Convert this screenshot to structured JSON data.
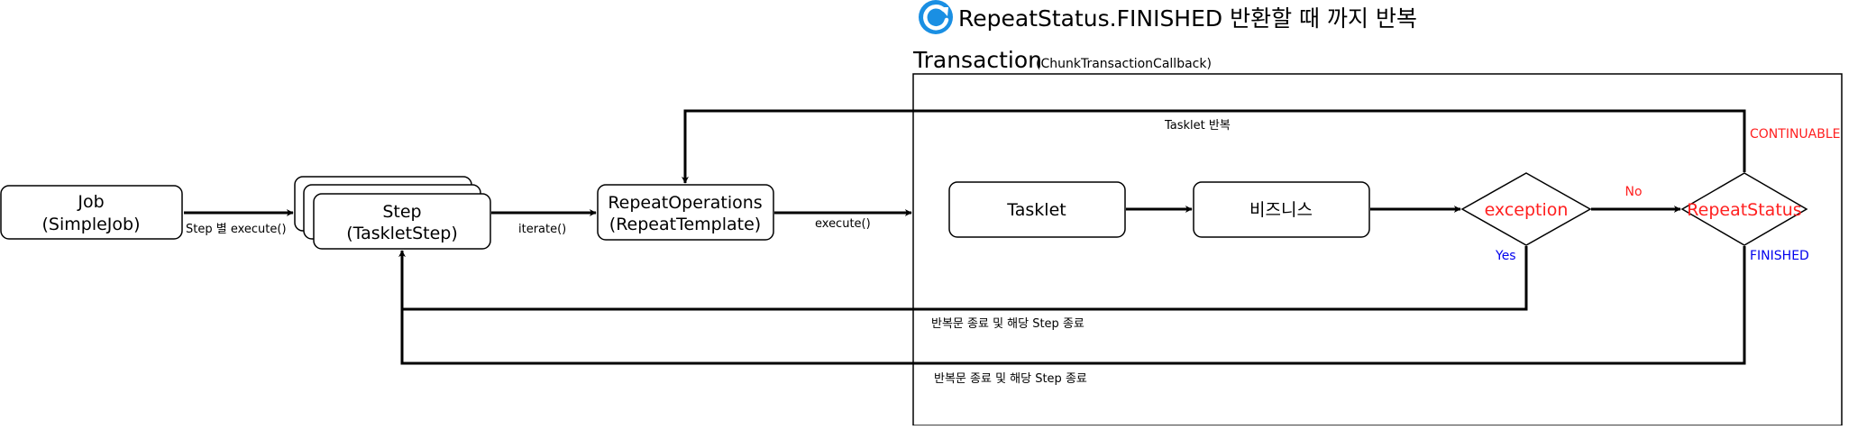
{
  "title": {
    "icon": "refresh-icon",
    "text": "RepeatStatus.FINISHED 반환할 때 까지 반복"
  },
  "transaction": {
    "label": "Transaction",
    "sublabel": "(ChunkTransactionCallback)"
  },
  "nodes": {
    "job": {
      "line1": "Job",
      "line2": "(SimpleJob)"
    },
    "step": {
      "line1": "Step",
      "line2": "(TaskletStep)"
    },
    "repeat_operations": {
      "line1": "RepeatOperations",
      "line2": "(RepeatTemplate)"
    },
    "tasklet": {
      "label": "Tasklet"
    },
    "business": {
      "label": "비즈니스"
    },
    "exception": {
      "label": "exception"
    },
    "repeat_status": {
      "label": "RepeatStatus"
    }
  },
  "edges": {
    "job_to_step": "Step 별 execute()",
    "step_to_repeat": "iterate()",
    "repeat_to_transaction": "execute()",
    "tasklet_loop": "Tasklet 반복",
    "exception_no": "No",
    "exception_yes": "Yes",
    "continuable": "CONTINUABLE",
    "finished": "FINISHED",
    "end_from_exception": "반복문 종료 및 해당 Step 종료",
    "end_from_finished": "반복문 종료 및 해당 Step 종료"
  },
  "colors": {
    "accent_red": "#ff2020",
    "accent_blue": "#0000ee",
    "stroke": "#000000",
    "icon_blue": "#1a8fe3"
  }
}
